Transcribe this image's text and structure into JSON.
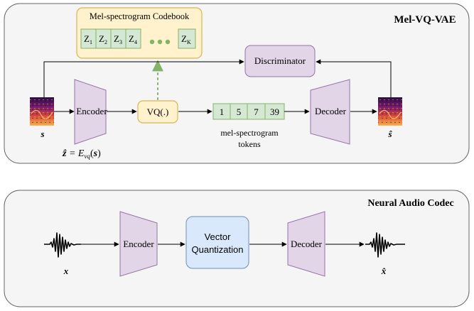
{
  "top_panel": {
    "title": "Mel-VQ-VAE",
    "codebook": {
      "title": "Mel-spectrogram Codebook",
      "codes": [
        "Z",
        "Z",
        "Z",
        "Z"
      ],
      "code_subscripts": [
        "1",
        "2",
        "3",
        "4"
      ],
      "last_code": "Z",
      "last_code_subscript": "K"
    },
    "discriminator_label": "Discriminator",
    "encoder_label": "Encoder",
    "vq_label": "VQ(.)",
    "tokens": [
      "1",
      "5",
      "7",
      "39"
    ],
    "decoder_label": "Decoder",
    "tokens_caption_line1": "mel-spectrogram",
    "tokens_caption_line2": "tokens",
    "input_symbol": "s",
    "output_symbol": "ŝ",
    "formula_z": "ẑ",
    "formula_eq": " = E",
    "formula_sub": "vq",
    "formula_paren_open": "(",
    "formula_s": "s",
    "formula_paren_close": ")"
  },
  "bottom_panel": {
    "title": "Neural Audio Codec",
    "encoder_label": "Encoder",
    "vq_line1": "Vector",
    "vq_line2": "Quantization",
    "decoder_label": "Decoder",
    "input_symbol": "x",
    "output_symbol": "x̂"
  },
  "colors": {
    "panel_fill": "#f5f5f5",
    "panel_stroke": "#666666",
    "trapezoid_fill": "#e1d5e7",
    "trapezoid_stroke": "#9673a6",
    "vq_fill": "#fff2cc",
    "vq_stroke": "#d6b656",
    "token_fill": "#d5e8d4",
    "token_stroke": "#82b366",
    "codebook_fill": "#fff2cc",
    "codebook_stroke": "#d6b656",
    "vq_box_fill": "#dae8fc",
    "vq_box_stroke": "#6c8ebf",
    "dotted_arrow": "#82b366"
  }
}
